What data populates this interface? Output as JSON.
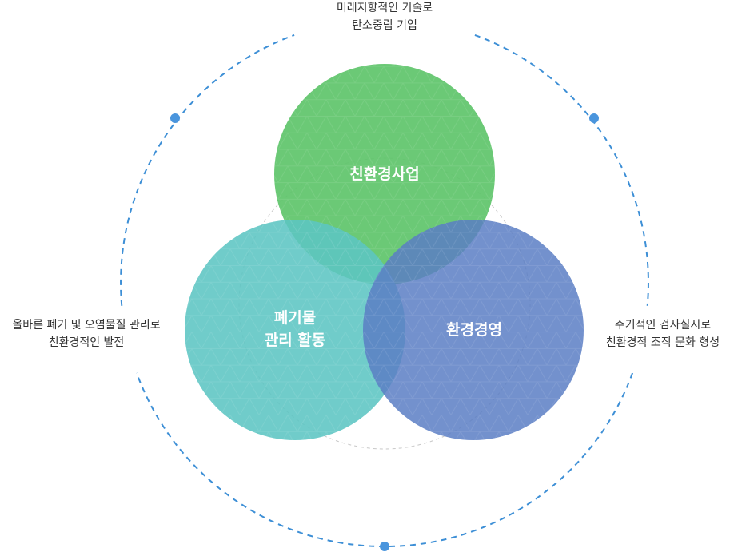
{
  "colors": {
    "green": "#5ec46a",
    "teal": "#5cc5c3",
    "blue": "#5a7ec4",
    "dash": "#3d8fd6",
    "dot": "#4a95dd",
    "inner_dash": "#c8c8c8"
  },
  "circles": {
    "green": {
      "label": "친환경사업"
    },
    "teal": {
      "label_line1": "폐기물",
      "label_line2": "관리 활동"
    },
    "blue": {
      "label": "환경경영"
    }
  },
  "outer_labels": {
    "top": {
      "line1": "미래지향적인 기술로",
      "line2": "탄소중립 기업"
    },
    "left": {
      "line1": "올바른 폐기 및 오염물질 관리로",
      "line2": "친환경적인 발전"
    },
    "right": {
      "line1": "주기적인 검사실시로",
      "line2": "친환경적 조직 문화 형성"
    }
  }
}
